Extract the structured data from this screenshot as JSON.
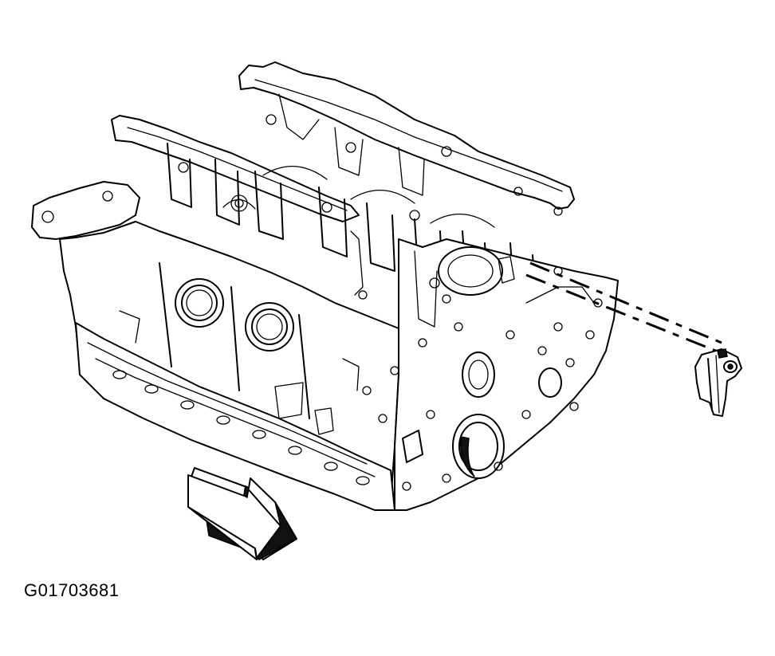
{
  "figure": {
    "id_label": "G01703681",
    "colors": {
      "line": "#000000",
      "background": "#ffffff"
    },
    "icons": [
      "engine-block-illustration",
      "front-direction-arrow",
      "timing-chain-guide-part"
    ]
  }
}
